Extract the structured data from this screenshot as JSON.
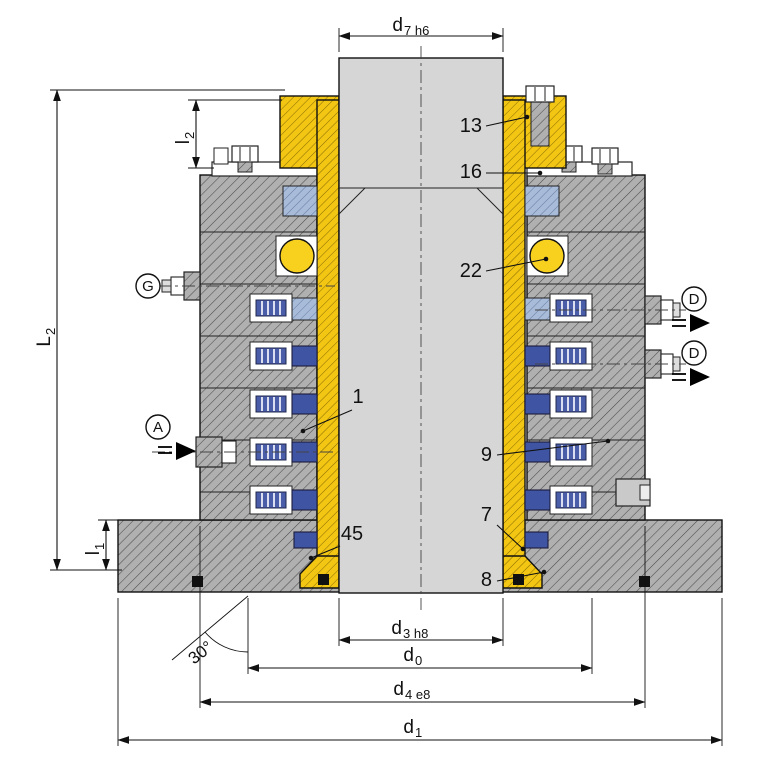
{
  "drawing": {
    "dimensions": {
      "d7": {
        "main": "d",
        "sub": "7 h6"
      },
      "d3": {
        "main": "d",
        "sub": "3 h8"
      },
      "d0": {
        "main": "d",
        "sub": "0"
      },
      "d4": {
        "main": "d",
        "sub": "4 e8"
      },
      "d1": {
        "main": "d",
        "sub": "1"
      },
      "L2": {
        "main": "L",
        "sub": "2"
      },
      "l2": {
        "main": "l",
        "sub": "2"
      },
      "l1": {
        "main": "l",
        "sub": "1"
      },
      "angle30": "30°"
    },
    "callouts": {
      "n13": "13",
      "n16": "16",
      "n22": "22",
      "n1": "1",
      "n9": "9",
      "n7": "7",
      "n8": "8",
      "n45": "45"
    },
    "ports": {
      "g": "G",
      "a": "A",
      "d_upper": "D",
      "d_lower": "D"
    },
    "colors": {
      "sleeve_yellow": "#f3c614",
      "ball_yellow": "#f8d01e",
      "housing_gray": "#b0b0b0",
      "shaft_gray": "#d6d6d6",
      "seal_blue": "#3f55a3",
      "light_blue": "#a8bcd9"
    }
  }
}
